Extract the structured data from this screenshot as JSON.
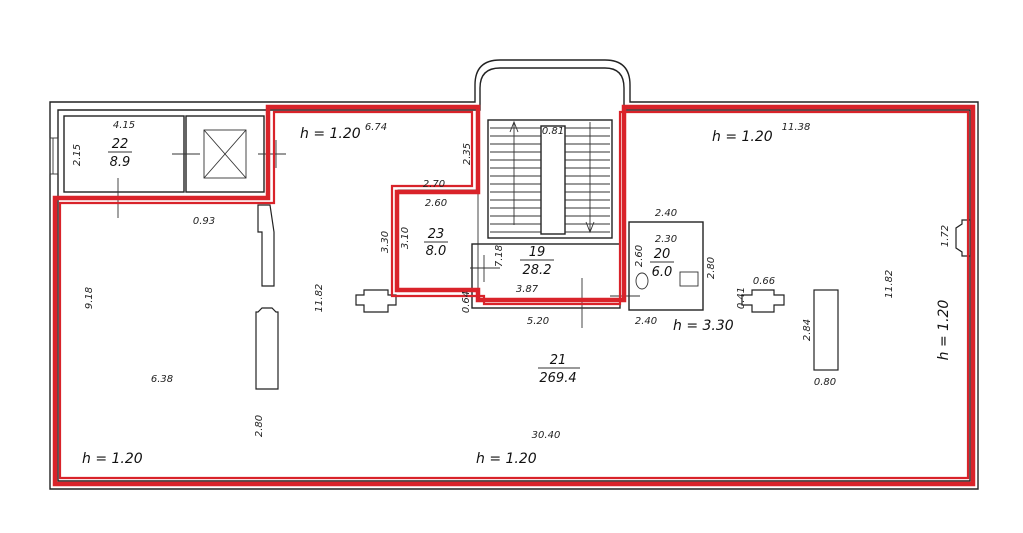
{
  "rooms": {
    "r22": {
      "number": "22",
      "area": "8.9"
    },
    "r23": {
      "number": "23",
      "area": "8.0"
    },
    "r19": {
      "number": "19",
      "area": "28.2"
    },
    "r20": {
      "number": "20",
      "area": "6.0"
    },
    "r21": {
      "number": "21",
      "area": "269.4"
    }
  },
  "heights": {
    "h_top_left": "h = 1.20",
    "h_top_right": "h = 1.20",
    "h_right_vertical": "h = 1.20",
    "h_bottom_left": "h = 1.20",
    "h_bottom_center": "h = 1.20",
    "h_mid": "h = 3.30"
  },
  "dims": {
    "d_415": "4.15",
    "d_215": "2.15",
    "d_674": "6.74",
    "d_235": "2.35",
    "d_270": "2.70",
    "d_260a": "2.60",
    "d_081": "0.81",
    "d_1138": "11.38",
    "d_093": "0.93",
    "d_330": "3.30",
    "d_310": "3.10",
    "d_718": "7.18",
    "d_387": "3.87",
    "d_064": "0.64",
    "d_520": "5.20",
    "d_240a": "2.40",
    "d_230": "2.30",
    "d_260b": "2.60",
    "d_280a": "2.80",
    "d_240b": "2.40",
    "d_172": "1.72",
    "d_066": "0.66",
    "d_041": "0.41",
    "d_1182a": "11.82",
    "d_1182b": "11.82",
    "d_918": "9.18",
    "d_284": "2.84",
    "d_080": "0.80",
    "d_638": "6.38",
    "d_280b": "2.80",
    "d_3040": "30.40"
  },
  "colors": {
    "outline": "#d9232a",
    "walls": "#222222"
  }
}
